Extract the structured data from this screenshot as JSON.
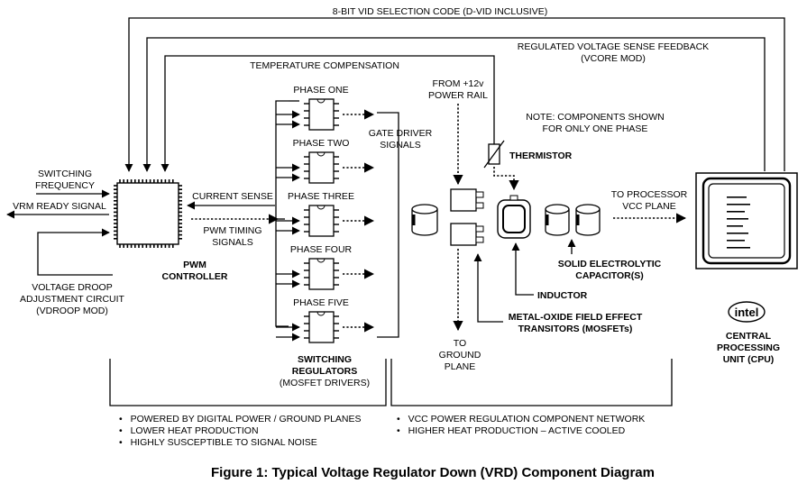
{
  "top_signals": {
    "vid_code": "8-BIT VID SELECTION CODE (D-VID INCLUSIVE)",
    "vsense_line1": "REGULATED VOLTAGE SENSE FEEDBACK",
    "vsense_line2": "(VCORE MOD)",
    "temp_comp": "TEMPERATURE COMPENSATION"
  },
  "pwm": {
    "switching_freq_line1": "SWITCHING",
    "switching_freq_line2": "FREQUENCY",
    "vrm_ready": "VRM READY SIGNAL",
    "label_line1": "PWM",
    "label_line2": "CONTROLLER",
    "vdroop_line1": "VOLTAGE DROOP",
    "vdroop_line2": "ADJUSTMENT CIRCUIT",
    "vdroop_line3": "(VDROOP MOD)",
    "current_sense": "CURRENT SENSE",
    "pwm_timing_line1": "PWM TIMING",
    "pwm_timing_line2": "SIGNALS"
  },
  "phases": [
    "PHASE ONE",
    "PHASE TWO",
    "PHASE THREE",
    "PHASE FOUR",
    "PHASE FIVE"
  ],
  "gate_driver_line1": "GATE DRIVER",
  "gate_driver_line2": "SIGNALS",
  "switching_regulators_line1": "SWITCHING",
  "switching_regulators_line2": "REGULATORS",
  "switching_regulators_line3": "(MOSFET DRIVERS)",
  "power": {
    "from12v_line1": "FROM +12v",
    "from12v_line2": "POWER RAIL",
    "thermistor": "THERMISTOR",
    "note_line1": "NOTE: COMPONENTS SHOWN",
    "note_line2": "FOR ONLY ONE PHASE",
    "to_proc_line1": "TO PROCESSOR",
    "to_proc_line2": "VCC PLANE",
    "solid_cap_line1": "SOLID ELECTROLYTIC",
    "solid_cap_line2": "CAPACITOR(S)",
    "inductor": "INDUCTOR",
    "mosfet_line1": "METAL-OXIDE FIELD EFFECT",
    "mosfet_line2": "TRANSITORS (MOSFETs)",
    "ground_line1": "TO",
    "ground_line2": "GROUND",
    "ground_line3": "PLANE"
  },
  "cpu": {
    "logo": "intel",
    "label_line1": "CENTRAL",
    "label_line2": "PROCESSING",
    "label_line3": "UNIT (CPU)"
  },
  "bullets_left": [
    "POWERED BY DIGITAL POWER / GROUND PLANES",
    "LOWER HEAT PRODUCTION",
    "HIGHLY SUSCEPTIBLE TO SIGNAL NOISE"
  ],
  "bullets_right": [
    "VCC POWER REGULATION COMPONENT NETWORK",
    "HIGHER HEAT PRODUCTION – ACTIVE COOLED"
  ],
  "caption": "Figure 1: Typical Voltage Regulator Down (VRD) Component Diagram"
}
